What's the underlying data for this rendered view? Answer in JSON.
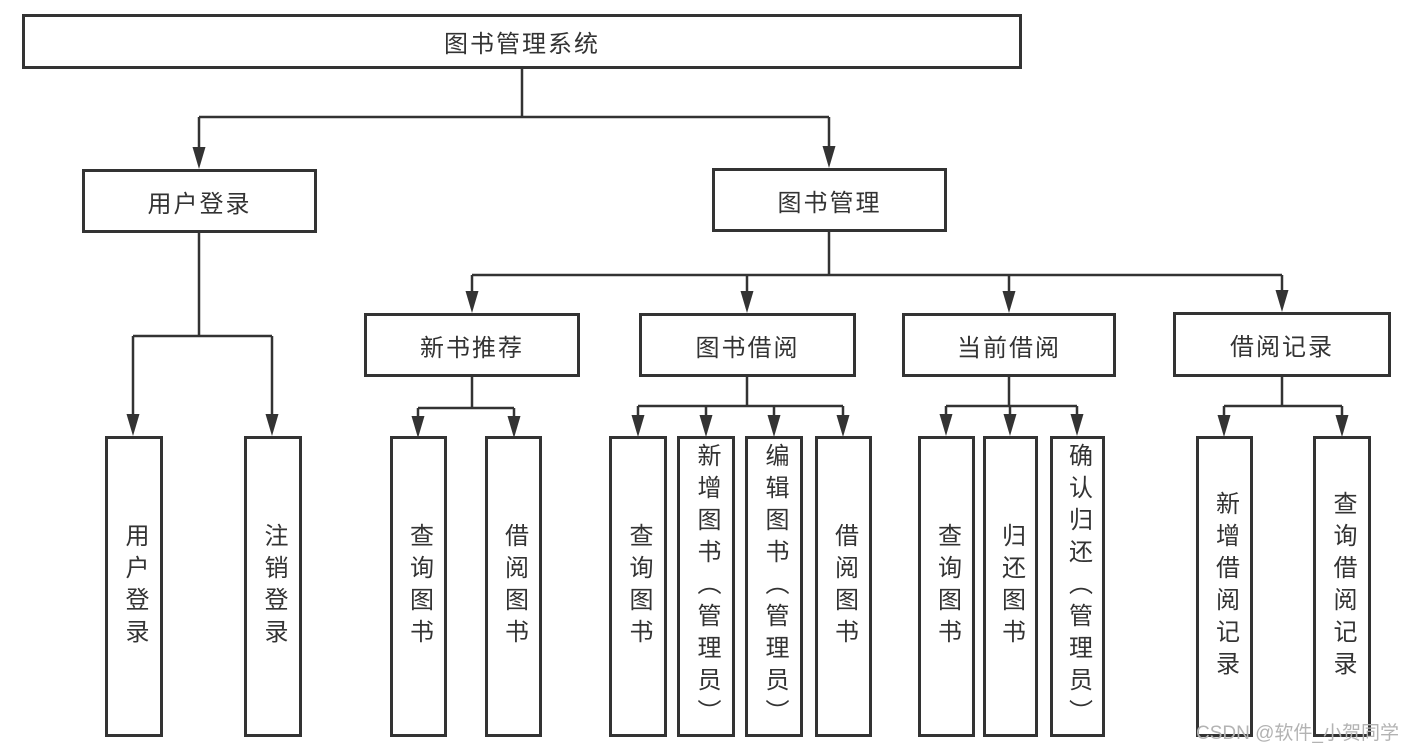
{
  "diagram": {
    "type": "hierarchy-chart",
    "colors": {
      "background": "#ffffff",
      "line": "#333333",
      "box_border": "#333333",
      "text": "#333333",
      "watermark": "#b3b3b3"
    },
    "tree": {
      "root": {
        "label": "图书管理系统"
      },
      "level2": [
        {
          "label": "用户登录",
          "leaves": [
            "用户登录",
            "注销登录"
          ]
        },
        {
          "label": "图书管理"
        }
      ],
      "level3": [
        {
          "label": "新书推荐",
          "leaves": [
            "查询图书",
            "借阅图书"
          ]
        },
        {
          "label": "图书借阅",
          "leaves": [
            "查询图书",
            "新增图书（管理员）",
            "编辑图书（管理员）",
            "借阅图书"
          ]
        },
        {
          "label": "当前借阅",
          "leaves": [
            "查询图书",
            "归还图书",
            "确认归还（管理员）"
          ]
        },
        {
          "label": "借阅记录",
          "leaves": [
            "新增借阅记录",
            "查询借阅记录"
          ]
        }
      ]
    },
    "watermark": {
      "text": "CSDN @软件_小贺同学"
    }
  }
}
